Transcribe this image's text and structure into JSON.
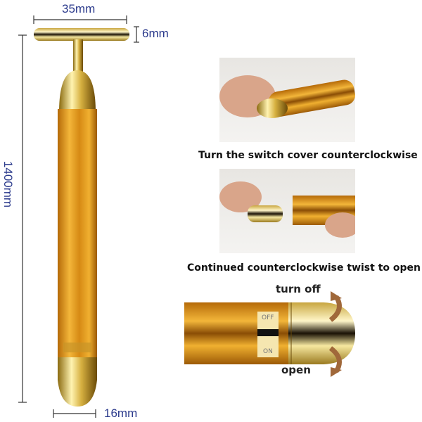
{
  "dimensions": {
    "width": "35mm",
    "bar_thickness": "6mm",
    "length": "1400mm",
    "diameter": "16mm"
  },
  "steps": [
    {
      "caption": "Turn the switch cover counterclockwise"
    },
    {
      "caption": "Continued counterclockwise twist to open"
    }
  ],
  "switch": {
    "off_label": "OFF",
    "on_label": "ON",
    "turn_off": "turn off",
    "open": "open"
  },
  "colors": {
    "gold": "#e0a020",
    "dim_text": "#2b3a8c"
  }
}
